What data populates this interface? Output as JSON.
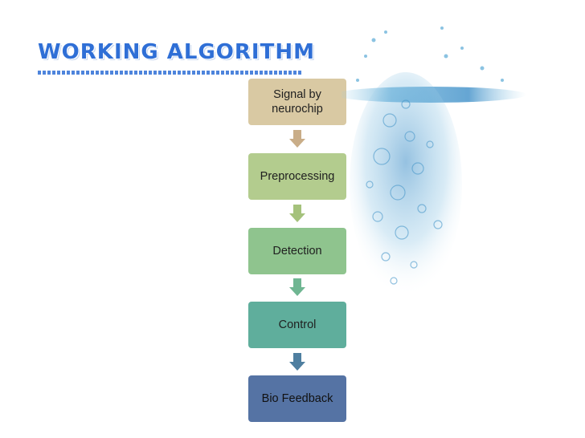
{
  "title": "Working  Algorithm",
  "steps": [
    {
      "label": "Signal by\nneurochip",
      "color": "#d9c9a3",
      "arrow_color": "#c9ad88"
    },
    {
      "label": "Preprocessing",
      "color": "#b3cc8e",
      "arrow_color": "#a5c27c"
    },
    {
      "label": "Detection",
      "color": "#8fc48e",
      "arrow_color": "#6fb692"
    },
    {
      "label": "Control",
      "color": "#5fae9c",
      "arrow_color": "#4f7fa0"
    },
    {
      "label": "Bio Feedback",
      "color": "#5573a4",
      "arrow_color": null
    }
  ],
  "icons": {
    "splash": "water-splash-icon"
  }
}
